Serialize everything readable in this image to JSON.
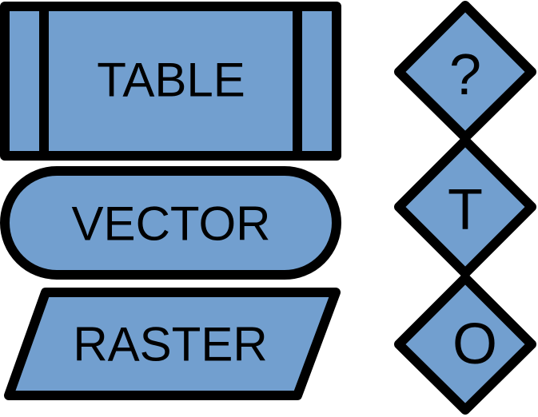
{
  "colors": {
    "fill": "#729fcf",
    "stroke": "#000000",
    "background": "#ffffff"
  },
  "shapes": {
    "table": {
      "label": "TABLE",
      "kind": "predefined-process"
    },
    "vector": {
      "label": "VECTOR",
      "kind": "terminator"
    },
    "raster": {
      "label": "RASTER",
      "kind": "data-parallelogram"
    },
    "diamonds": [
      {
        "label": "?",
        "kind": "decision"
      },
      {
        "label": "T",
        "kind": "decision"
      },
      {
        "label": "O",
        "kind": "decision"
      }
    ]
  }
}
